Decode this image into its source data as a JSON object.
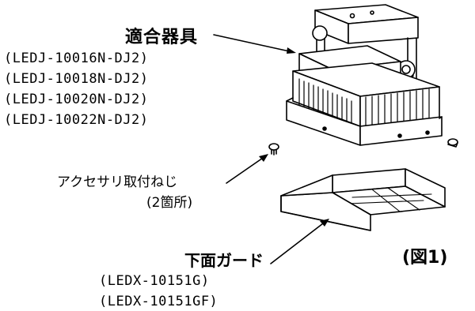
{
  "fixture": {
    "title": "適合器具",
    "models": [
      "(LEDJ-10016N-DJ2)",
      "(LEDJ-10018N-DJ2)",
      "(LEDJ-10020N-DJ2)",
      "(LEDJ-10022N-DJ2)"
    ]
  },
  "screw": {
    "label": "アクセサリ取付ねじ",
    "count": "(2箇所)"
  },
  "guard": {
    "label": "下面ガード",
    "models": [
      "(LEDX-10151G)",
      "(LEDX-10151GF)"
    ]
  },
  "figure_label": "(図1)"
}
